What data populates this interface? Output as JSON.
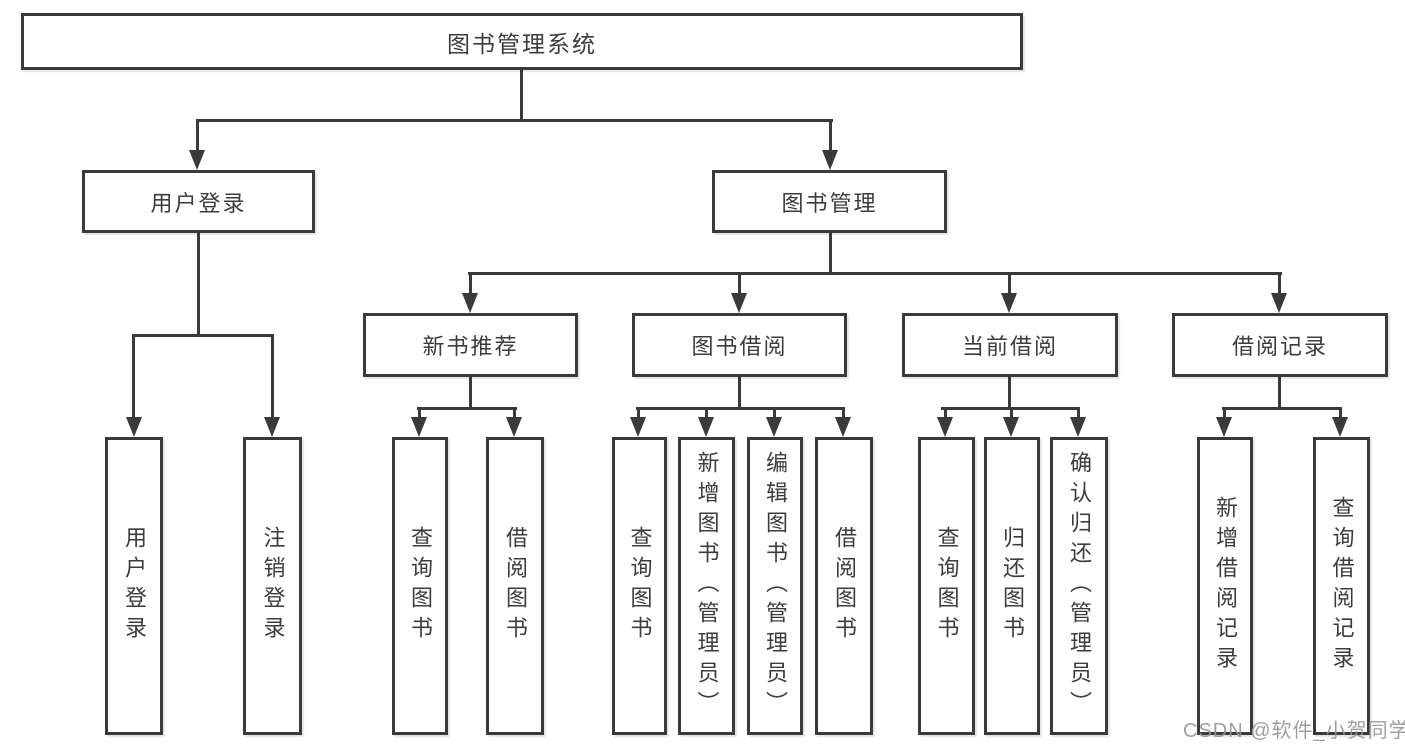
{
  "diagram": {
    "root": "图书管理系统",
    "level2": {
      "left": "用户登录",
      "right": "图书管理"
    },
    "level3": [
      "新书推荐",
      "图书借阅",
      "当前借阅",
      "借阅记录"
    ],
    "leaves": {
      "login": [
        "用户登录",
        "注销登录"
      ],
      "recommend": [
        "查询图书",
        "借阅图书"
      ],
      "borrow": [
        "查询图书",
        "新增图书（管理员）",
        "编辑图书（管理员）",
        "借阅图书"
      ],
      "current": [
        "查询图书",
        "归还图书",
        "确认归还（管理员）"
      ],
      "records": [
        "新增借阅记录",
        "查询借阅记录"
      ]
    },
    "watermark": "CSDN @软件_小贺同学",
    "colors": {
      "line": "#3a3a3a",
      "text": "#3c3c3c",
      "watermark": "#969696",
      "background": "#ffffff"
    }
  }
}
